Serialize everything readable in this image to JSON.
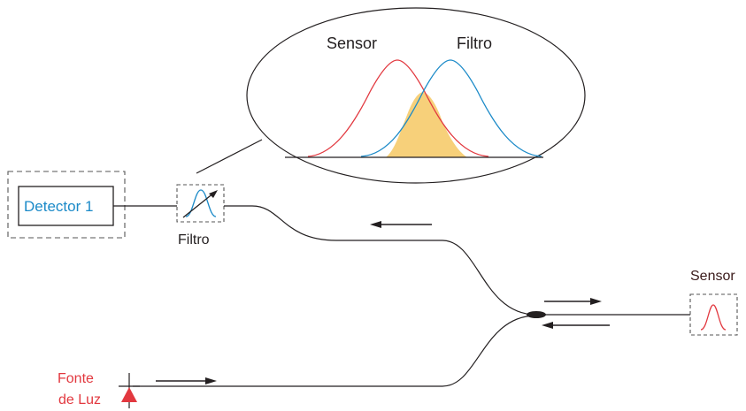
{
  "labels": {
    "detector": "Detector 1",
    "filter": "Filtro",
    "sensor": "Sensor",
    "source_line1": "Fonte",
    "source_line2": "de Luz"
  },
  "inset": {
    "sensor_label": "Sensor",
    "filter_label": "Filtro"
  },
  "icons": {
    "source": "light-source-triangle-icon",
    "filter": "tunable-filter-icon",
    "sensor": "sensor-peak-icon",
    "coupler": "fiber-coupler-icon"
  },
  "colors": {
    "sensor_curve": "#e2383f",
    "filter_curve": "#1b8ac8",
    "overlap_fill": "#f7d07a",
    "source": "#e2383f",
    "line": "#231f20"
  }
}
